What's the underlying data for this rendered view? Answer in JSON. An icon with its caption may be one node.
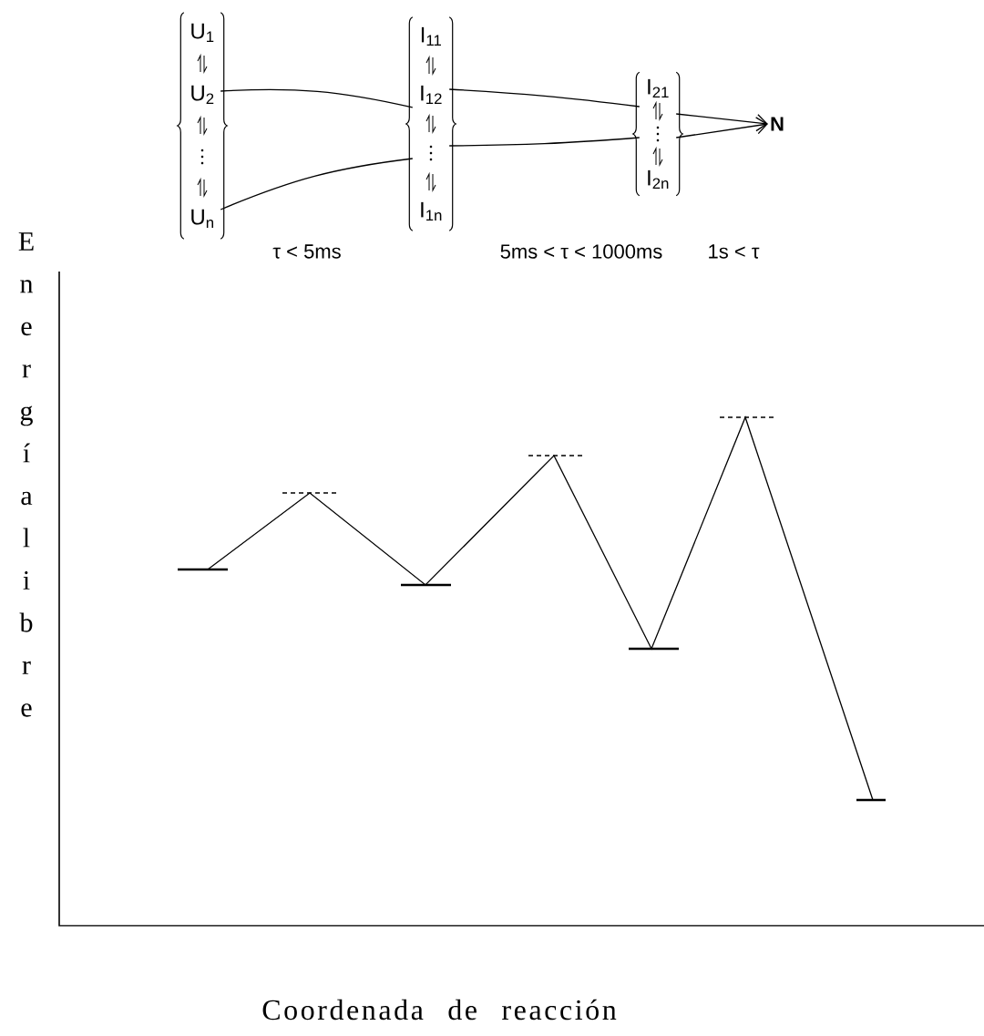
{
  "diagram": {
    "nodes": [
      {
        "text": [
          "U$_{1}$",
          "U$_{2}$",
          "U$_{n}$"
        ]
      },
      {
        "text": [
          "I$_{11}$",
          "I$_{12}$",
          "I$_{1n}$"
        ]
      },
      {
        "text": [
          "I$_{21}$",
          "I$_{2n}$"
        ]
      },
      {
        "text": [
          "N"
        ]
      }
    ],
    "edges": [
      {
        "from": 0,
        "to": 1,
        "arrow": "none"
      },
      {
        "from": 0,
        "to": 1,
        "arrow": "none"
      },
      {
        "from": 1,
        "to": 2,
        "arrow": "none"
      },
      {
        "from": 1,
        "to": 2,
        "arrow": "none"
      },
      {
        "from": 2,
        "to": 3,
        "arrow": "to"
      },
      {
        "from": 2,
        "to": 3,
        "arrow": "to"
      }
    ],
    "labels": [
      "τ < 5ms",
      "5ms < τ < 1000ms",
      "1s < τ",
      "Energía libre",
      "Coordenada de reacción"
    ]
  }
}
